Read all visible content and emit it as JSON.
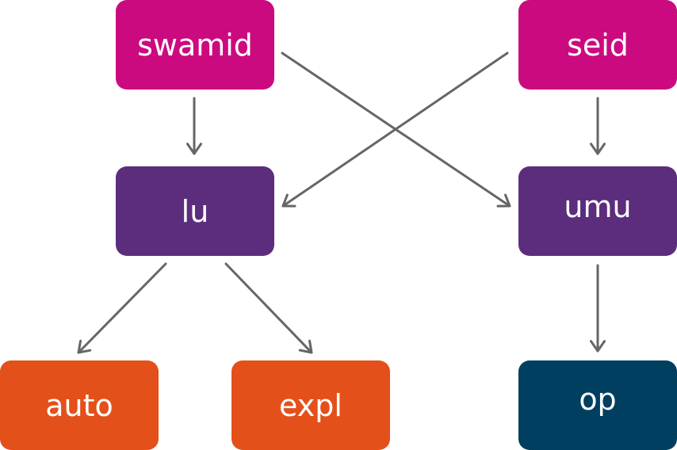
{
  "nodes": {
    "swamid": {
      "label": "swamid",
      "color": "#cc0a80"
    },
    "seid": {
      "label": "seid",
      "color": "#cc0a80"
    },
    "lu": {
      "label": "lu",
      "color": "#5c2d7d"
    },
    "umu": {
      "label": "umu",
      "color": "#5c2d7d"
    },
    "auto": {
      "label": "auto",
      "color": "#e4501a"
    },
    "expl": {
      "label": "expl",
      "color": "#e4501a"
    },
    "op": {
      "label": "op",
      "color": "#003f5f"
    }
  },
  "edges": [
    {
      "from": "swamid",
      "to": "lu"
    },
    {
      "from": "swamid",
      "to": "umu"
    },
    {
      "from": "seid",
      "to": "lu"
    },
    {
      "from": "seid",
      "to": "umu"
    },
    {
      "from": "lu",
      "to": "auto"
    },
    {
      "from": "lu",
      "to": "expl"
    },
    {
      "from": "umu",
      "to": "op"
    }
  ],
  "edge_color": "#666666"
}
